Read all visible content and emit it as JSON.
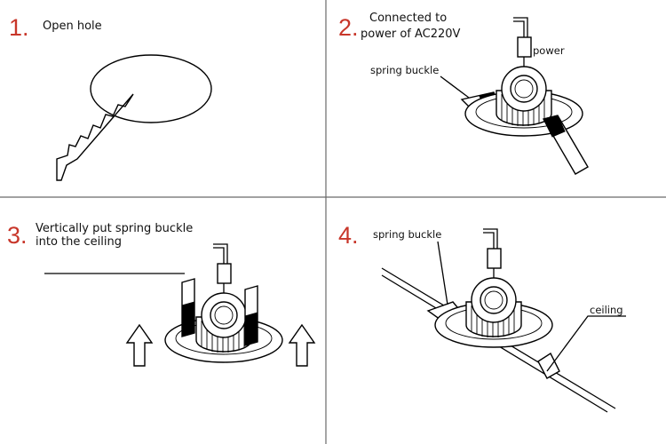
{
  "steps": [
    {
      "number": "1.",
      "caption": [
        "Open hole"
      ]
    },
    {
      "number": "2.",
      "caption": [
        "Connected to",
        "power of AC220V"
      ]
    },
    {
      "number": "3.",
      "caption": [
        "Vertically put spring buckle",
        "into the ceiling"
      ]
    },
    {
      "number": "4.",
      "caption": [
        "ceiling"
      ]
    }
  ],
  "labels": {
    "power": "power",
    "spring_buckle": "spring buckle",
    "ceiling": "ceiling"
  },
  "colors": {
    "step_number": "#c8362a",
    "line": "#000000",
    "divider": "#6a6a6a"
  }
}
